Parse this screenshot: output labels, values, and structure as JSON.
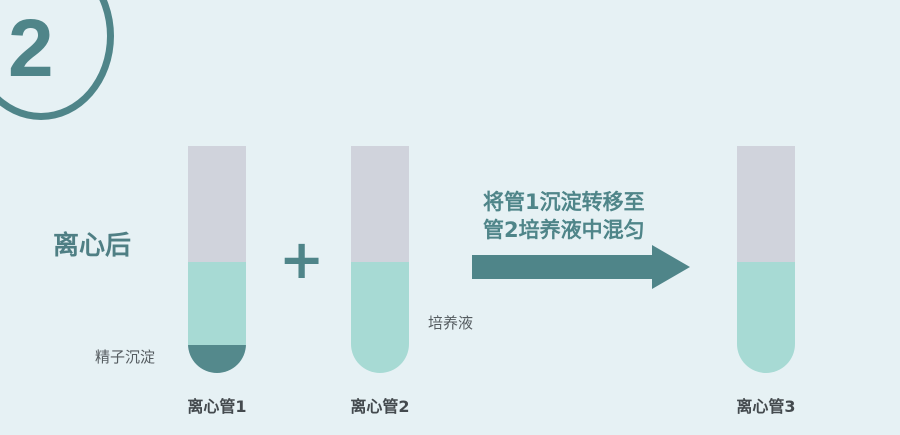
{
  "step": {
    "number": "2"
  },
  "stage_label": "离心后",
  "plus_sign": "+",
  "arrow": {
    "line1": "将管1沉淀转移至",
    "line2": "管2培养液中混匀",
    "color": "#4f8589"
  },
  "tubes": [
    {
      "label": "离心管1",
      "annotation": "精子沉淀",
      "has_pellet": true
    },
    {
      "label": "离心管2",
      "annotation": "培养液",
      "has_pellet": false
    },
    {
      "label": "离心管3",
      "annotation": "",
      "has_pellet": false
    }
  ],
  "colors": {
    "background": "#e6f1f4",
    "tube_air": "#d0d3dc",
    "tube_liquid": "#a7dad4",
    "pellet": "#54898c",
    "accent": "#4f8589"
  }
}
